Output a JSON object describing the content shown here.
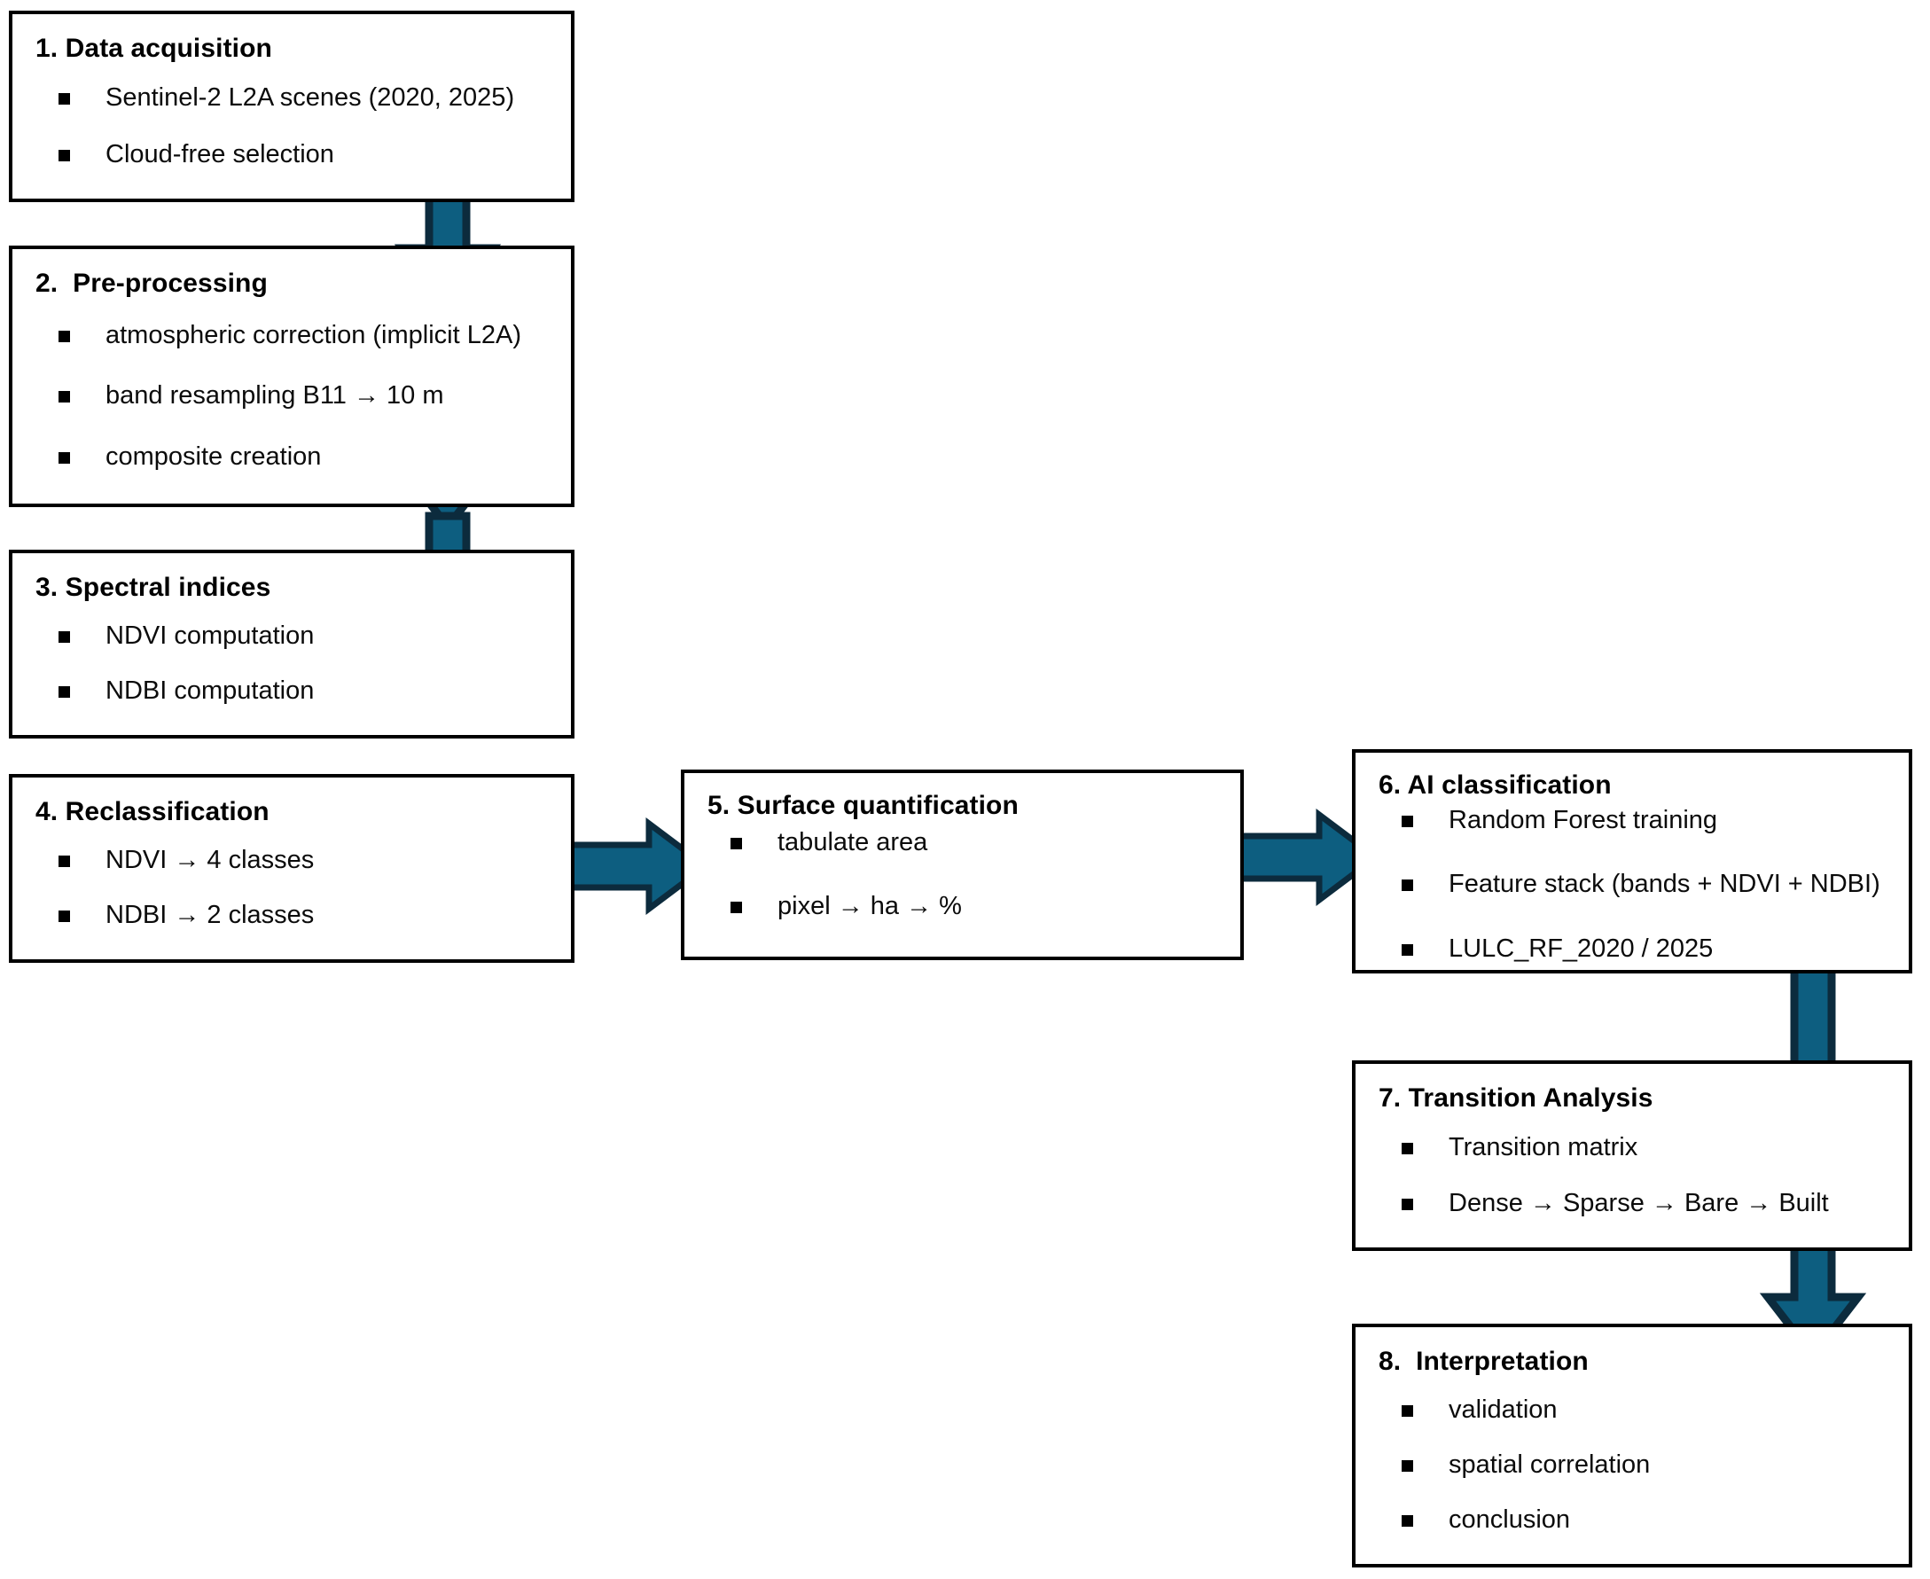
{
  "diagram": {
    "title_hidden": "",
    "accent_color": "#0d5e80",
    "outline_color": "#0c2b3d",
    "box_border_color": "#000000",
    "bullet_marker": "square-bullet"
  },
  "steps": [
    {
      "id": "step-1",
      "title": "1. Data acquisition",
      "bullets": [
        "Sentinel-2 L2A scenes (2020, 2025)",
        "Cloud-free selection"
      ]
    },
    {
      "id": "step-2",
      "title": "2.  Pre-processing",
      "bullets": [
        "atmospheric correction (implicit L2A)",
        "band resampling B11 → 10 m",
        "composite creation"
      ]
    },
    {
      "id": "step-3",
      "title": "3. Spectral indices",
      "bullets": [
        "NDVI computation",
        "NDBI computation"
      ]
    },
    {
      "id": "step-4",
      "title": "4. Reclassification",
      "bullets": [
        "NDVI → 4 classes",
        "NDBI → 2 classes"
      ]
    },
    {
      "id": "step-5",
      "title": "5. Surface quantification",
      "bullets": [
        "tabulate area",
        "pixel → ha → %"
      ]
    },
    {
      "id": "step-6",
      "title": "6. AI classification",
      "bullets": [
        "Random Forest training",
        "Feature stack (bands + NDVI + NDBI)",
        "LULC_RF_2020 / 2025"
      ]
    },
    {
      "id": "step-7",
      "title": "7. Transition Analysis",
      "bullets": [
        "Transition matrix",
        "Dense → Sparse → Bare → Built"
      ]
    },
    {
      "id": "step-8",
      "title": "8.  Interpretation",
      "bullets": [
        "validation",
        "spatial correlation",
        "conclusion"
      ]
    }
  ],
  "connectors": [
    {
      "id": "arrow-1-2",
      "from": "step-1",
      "to": "step-2",
      "direction": "down"
    },
    {
      "id": "arrow-2-3",
      "from": "step-2",
      "to": "step-3",
      "direction": "down"
    },
    {
      "id": "arrow-3-4",
      "from": "step-3",
      "to": "step-4",
      "direction": "down"
    },
    {
      "id": "arrow-4-5",
      "from": "step-4",
      "to": "step-5",
      "direction": "right"
    },
    {
      "id": "arrow-5-6",
      "from": "step-5",
      "to": "step-6",
      "direction": "right"
    },
    {
      "id": "arrow-6-7",
      "from": "step-6",
      "to": "step-7",
      "direction": "down"
    },
    {
      "id": "arrow-7-8",
      "from": "step-7",
      "to": "step-8",
      "direction": "down"
    }
  ]
}
